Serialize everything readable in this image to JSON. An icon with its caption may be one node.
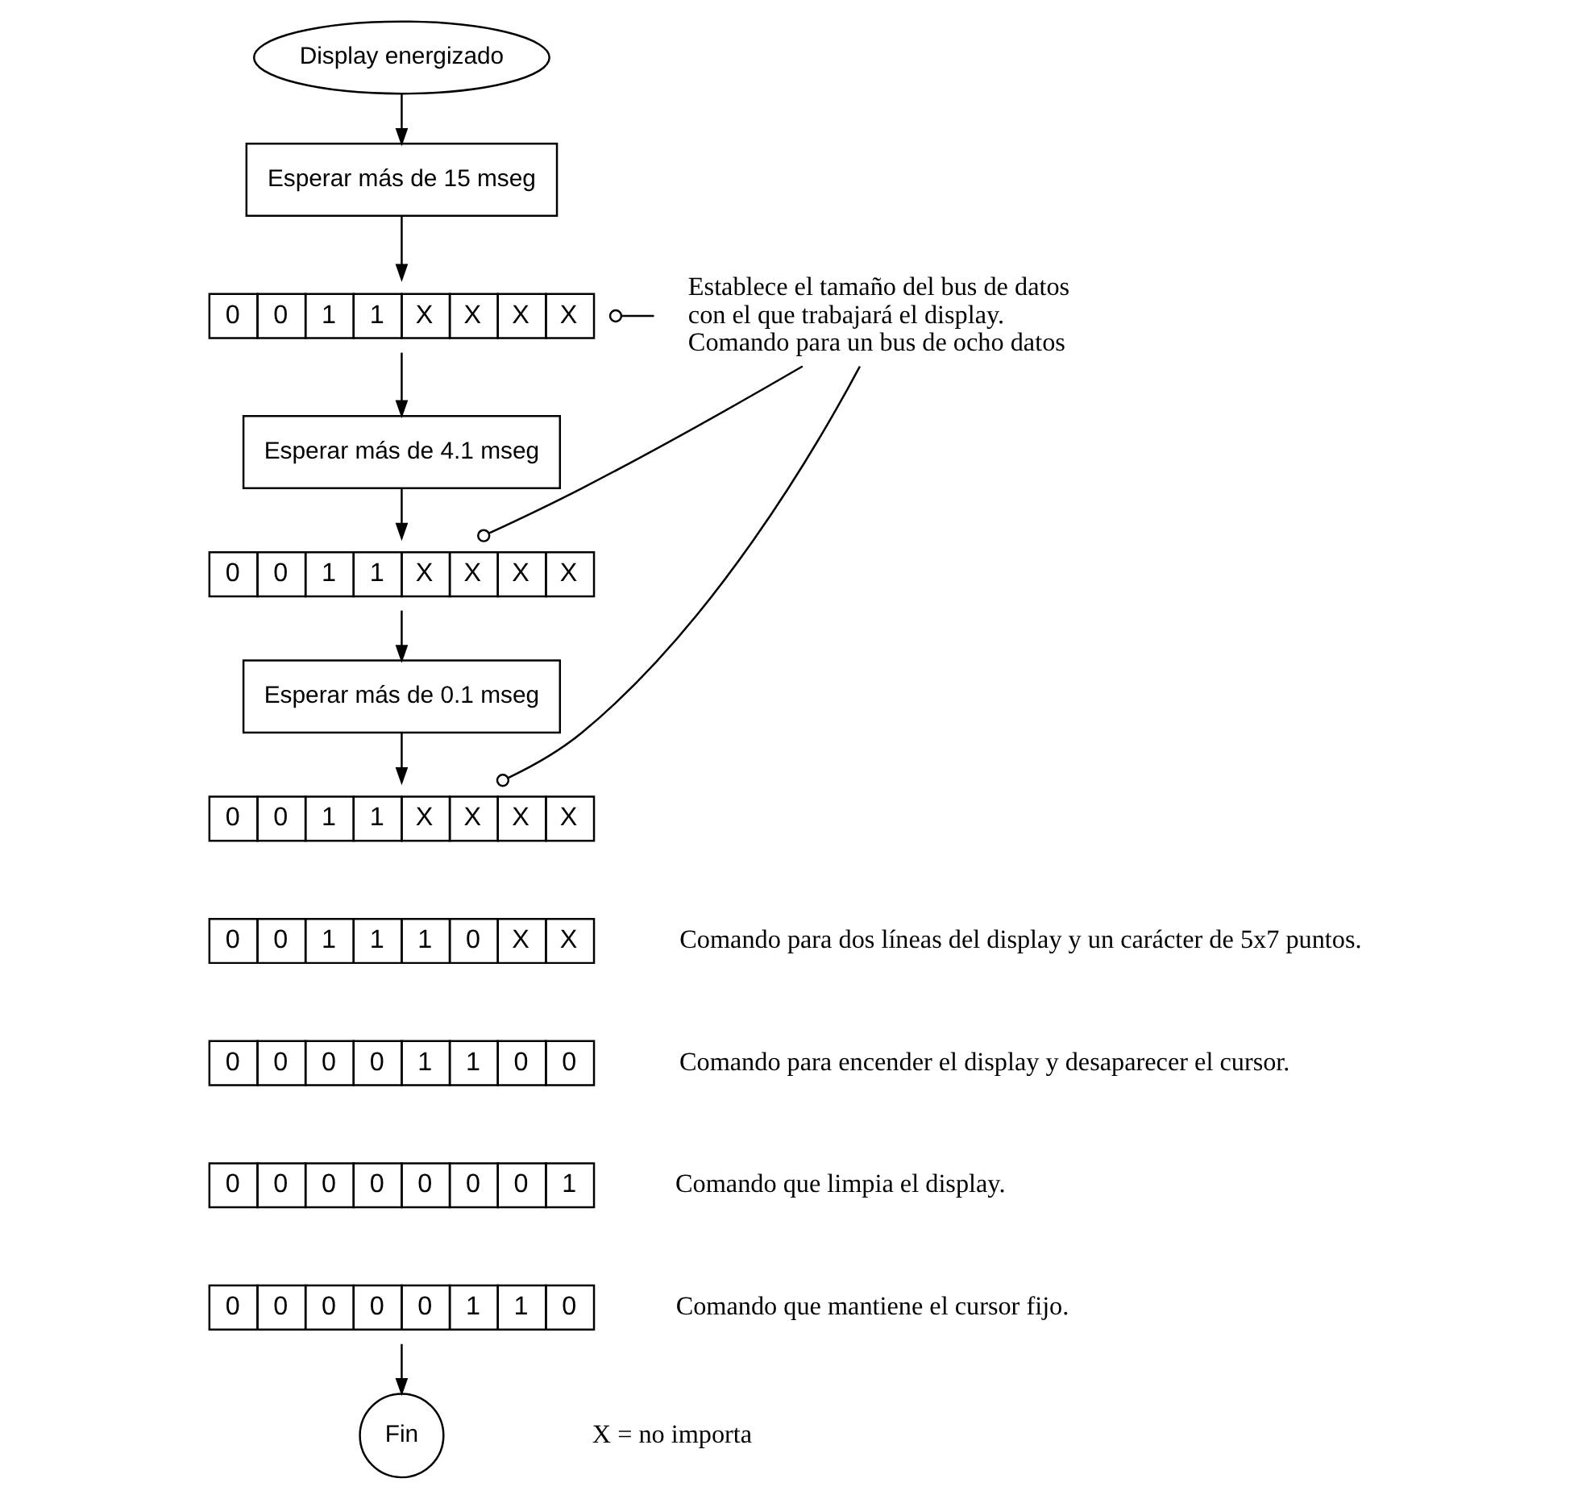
{
  "diagram": {
    "nodes": [
      {
        "text": [
          "Display energizado"
        ]
      },
      {
        "text": [
          "Esperar más de 15 mseg"
        ]
      },
      {
        "text": [
          "0",
          "0",
          "1",
          "1",
          "X",
          "X",
          "X",
          "X"
        ]
      },
      {
        "text": [
          "Esperar más de 4.1 mseg"
        ]
      },
      {
        "text": [
          "0",
          "0",
          "1",
          "1",
          "X",
          "X",
          "X",
          "X"
        ]
      },
      {
        "text": [
          "Esperar más de 0.1 mseg"
        ]
      },
      {
        "text": [
          "0",
          "0",
          "1",
          "1",
          "X",
          "X",
          "X",
          "X"
        ]
      },
      {
        "text": [
          "0",
          "0",
          "1",
          "1",
          "1",
          "0",
          "X",
          "X"
        ],
        "beside": [
          "Comando para dos líneas del display y un carácter de 5x7 puntos."
        ]
      },
      {
        "text": [
          "0",
          "0",
          "0",
          "0",
          "1",
          "1",
          "0",
          "0"
        ],
        "beside": [
          "Comando para encender el display y desaparecer el cursor."
        ]
      },
      {
        "text": [
          "0",
          "0",
          "0",
          "0",
          "0",
          "0",
          "0",
          "1"
        ],
        "beside": [
          "Comando que limpia el display."
        ]
      },
      {
        "text": [
          "0",
          "0",
          "0",
          "0",
          "0",
          "1",
          "1",
          "0"
        ],
        "beside": [
          "Comando que mantiene el cursor fijo."
        ]
      },
      {
        "text": [
          "Fin"
        ]
      },
      {
        "text": [
          "Establece el tamaño del bus de datos con el que trabajará el display. Comando para un bus de ocho datos"
        ]
      }
    ],
    "edges": [
      {
        "from": 0,
        "to": 1,
        "arrow": "to"
      },
      {
        "from": 1,
        "to": 2,
        "arrow": "to"
      },
      {
        "from": 2,
        "to": 3,
        "arrow": "to"
      },
      {
        "from": 3,
        "to": 4,
        "arrow": "to"
      },
      {
        "from": 4,
        "to": 5,
        "arrow": "to"
      },
      {
        "from": 5,
        "to": 6,
        "arrow": "to"
      },
      {
        "from": 10,
        "to": 11,
        "arrow": "to"
      },
      {
        "from": 2,
        "to": 12,
        "arrow": "other"
      },
      {
        "from": 4,
        "to": 12,
        "arrow": "other"
      },
      {
        "from": 6,
        "to": 12,
        "arrow": "other"
      }
    ],
    "labels": [
      "X = no importa"
    ]
  }
}
